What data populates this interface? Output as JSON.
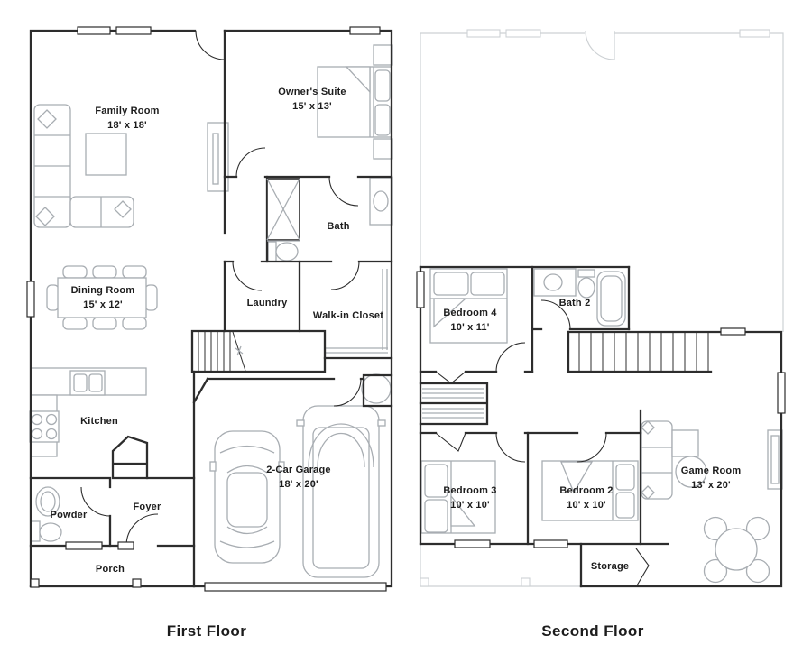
{
  "page": {
    "background": "#ffffff"
  },
  "colors": {
    "page_bg": "#ffffff",
    "wall_color": "#2d2d2d",
    "furniture_color": "#a8adb2",
    "ghost_color": "#cdd1d4",
    "label_color": "#1c1c1c"
  },
  "floors": [
    {
      "title": "First Floor",
      "rooms": [
        {
          "id": "family-room",
          "name": "Family Room",
          "dims": "18' x 18'"
        },
        {
          "id": "owners-suite",
          "name": "Owner's Suite",
          "dims": "15' x 13'"
        },
        {
          "id": "bath",
          "name": "Bath",
          "dims": ""
        },
        {
          "id": "dining-room",
          "name": "Dining Room",
          "dims": "15' x 12'"
        },
        {
          "id": "laundry",
          "name": "Laundry",
          "dims": ""
        },
        {
          "id": "walk-in-closet",
          "name": "Walk-in Closet",
          "dims": ""
        },
        {
          "id": "kitchen",
          "name": "Kitchen",
          "dims": ""
        },
        {
          "id": "powder",
          "name": "Powder",
          "dims": ""
        },
        {
          "id": "foyer",
          "name": "Foyer",
          "dims": ""
        },
        {
          "id": "porch",
          "name": "Porch",
          "dims": ""
        },
        {
          "id": "garage",
          "name": "2-Car Garage",
          "dims": "18' x 20'"
        }
      ]
    },
    {
      "title": "Second Floor",
      "rooms": [
        {
          "id": "bedroom-4",
          "name": "Bedroom 4",
          "dims": "10' x 11'"
        },
        {
          "id": "bath-2",
          "name": "Bath 2",
          "dims": ""
        },
        {
          "id": "bedroom-3",
          "name": "Bedroom 3",
          "dims": "10' x 10'"
        },
        {
          "id": "bedroom-2",
          "name": "Bedroom 2",
          "dims": "10' x 10'"
        },
        {
          "id": "game-room",
          "name": "Game Room",
          "dims": "13' x 20'"
        },
        {
          "id": "storage",
          "name": "Storage",
          "dims": ""
        }
      ]
    }
  ]
}
